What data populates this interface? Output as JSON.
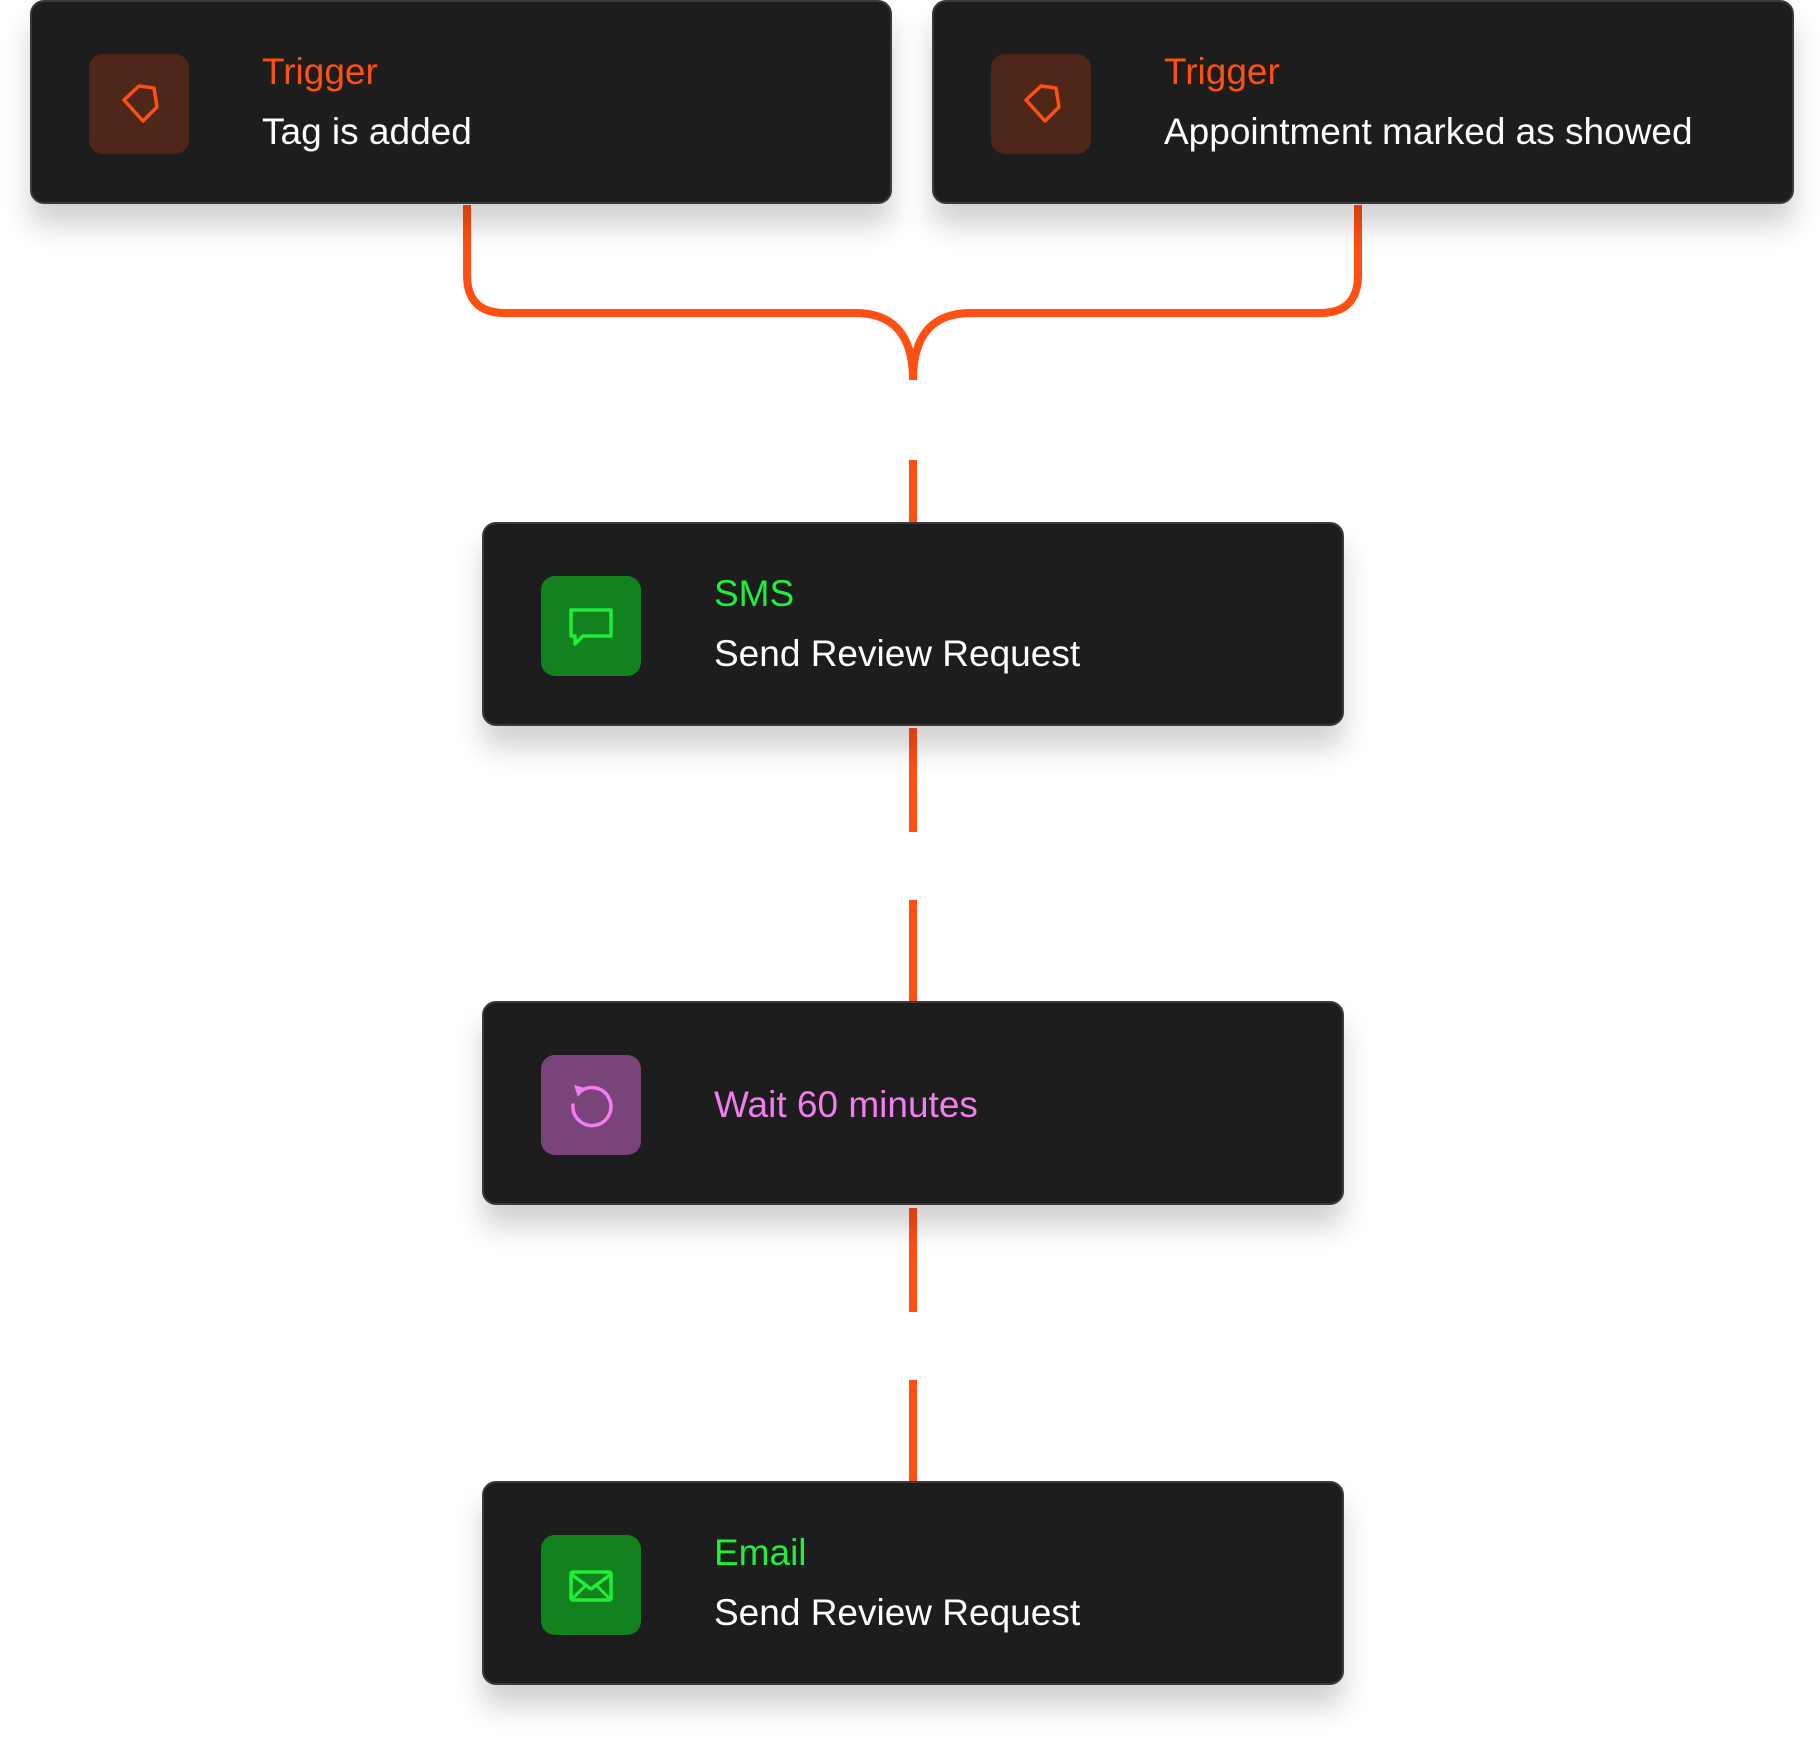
{
  "colors": {
    "accent": "#ff4f12",
    "trigger_icon_bg": "#4e2719",
    "green": "#1ef03a",
    "green_icon_bg": "#11821e",
    "wait_text": "#f27cf0",
    "wait_icon_bg": "#79447a",
    "card_bg": "#1d1d1d",
    "white": "#ffffff"
  },
  "triggers": [
    {
      "type_label": "Trigger",
      "title": "Tag is added",
      "icon": "tag-icon"
    },
    {
      "type_label": "Trigger",
      "title": "Appointment marked as showed",
      "icon": "tag-icon"
    }
  ],
  "steps": {
    "sms": {
      "type_label": "SMS",
      "title": "Send Review Request",
      "icon": "chat-bubble-icon"
    },
    "wait": {
      "title": "Wait 60 minutes",
      "icon": "refresh-icon"
    },
    "email": {
      "type_label": "Email",
      "title": "Send Review Request",
      "icon": "envelope-icon"
    }
  }
}
